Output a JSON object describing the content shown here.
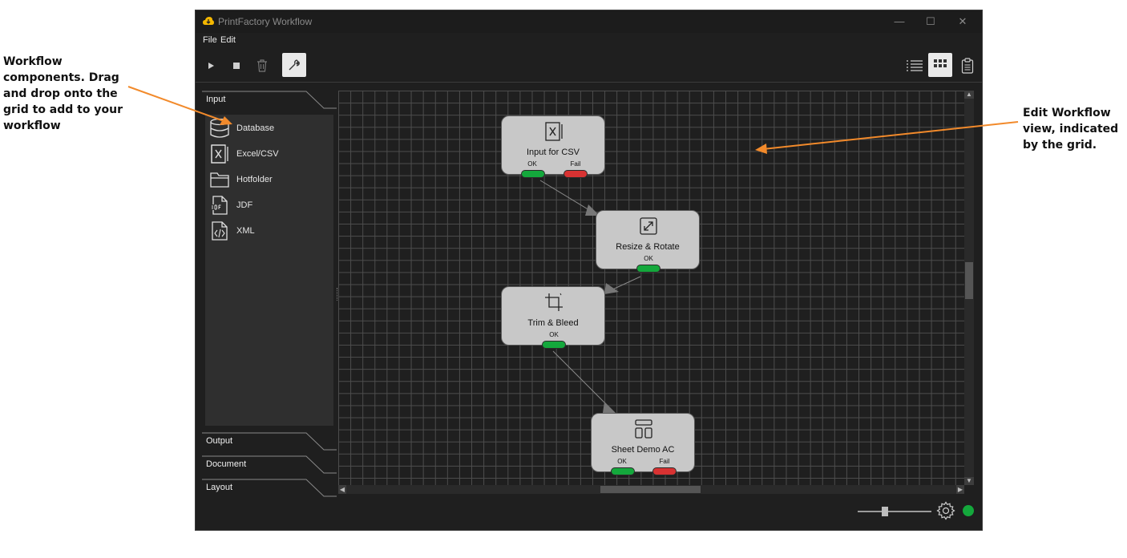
{
  "annotations": {
    "left": "Workflow components. Drag and drop onto the grid to add to your workflow",
    "right": "Edit Workflow view, indicated by the grid."
  },
  "window": {
    "title": "PrintFactory Workflow",
    "controls": {
      "minimize": "—",
      "maximize": "☐",
      "close": "✕"
    }
  },
  "menu": {
    "file": "File",
    "edit": "Edit"
  },
  "toolbar": {
    "left_icons": [
      "play-icon",
      "stop-icon",
      "trash-icon",
      "wrench-icon"
    ],
    "right_icons": [
      "list-view-icon",
      "grid-view-icon",
      "clipboard-icon"
    ]
  },
  "panel": {
    "tabs": {
      "input": "Input",
      "output": "Output",
      "document": "Document",
      "layout": "Layout"
    },
    "active_tab": "Input",
    "items": [
      {
        "label": "Database",
        "icon": "database-icon"
      },
      {
        "label": "Excel/CSV",
        "icon": "excel-icon"
      },
      {
        "label": "Hotfolder",
        "icon": "folder-icon"
      },
      {
        "label": "JDF",
        "icon": "jdf-file-icon"
      },
      {
        "label": "XML",
        "icon": "xml-file-icon"
      }
    ]
  },
  "nodes": {
    "input_csv": {
      "title": "Input for CSV",
      "ok": "OK",
      "fail": "Fail"
    },
    "resize_rotate": {
      "title": "Resize & Rotate",
      "ok": "OK"
    },
    "trim_bleed": {
      "title": "Trim & Bleed",
      "ok": "OK"
    },
    "sheet_demo": {
      "title": "Sheet Demo AC",
      "ok": "OK",
      "fail": "Fail"
    }
  },
  "colors": {
    "ok": "#14a83c",
    "fail": "#d83232",
    "arrow": "#f28a2b",
    "status": "#14a83c"
  }
}
